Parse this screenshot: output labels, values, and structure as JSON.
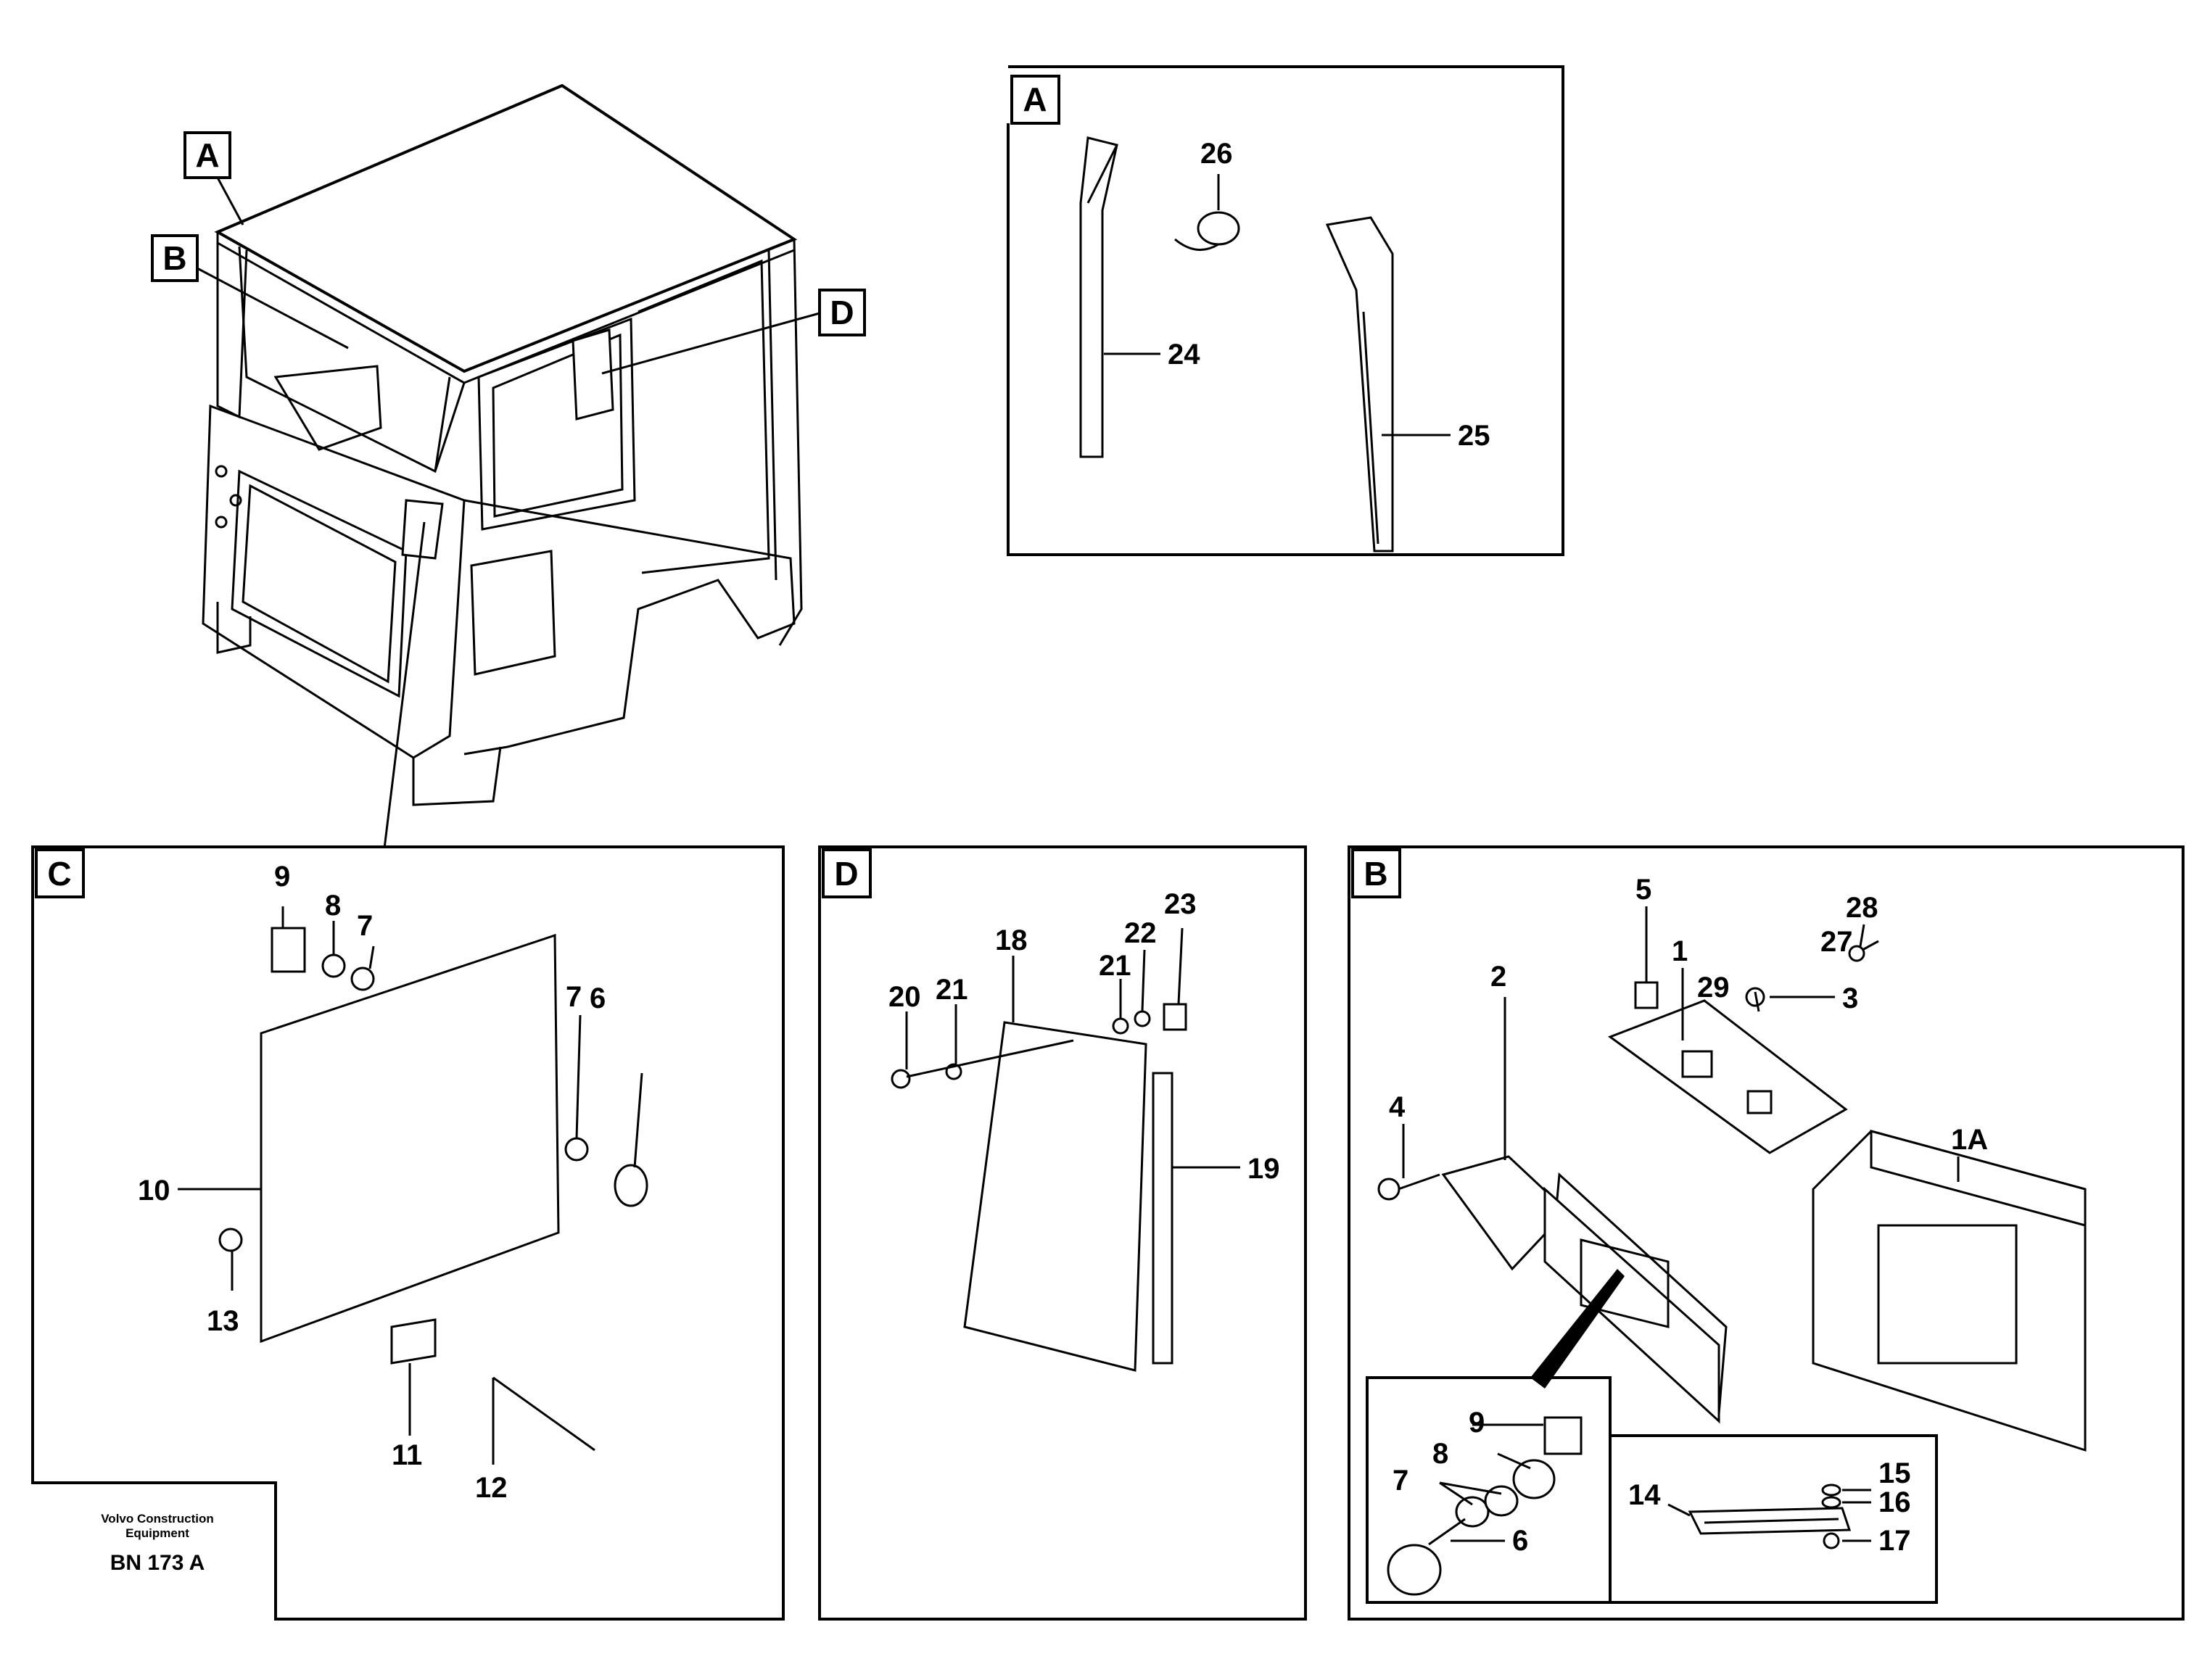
{
  "detail_boxes": {
    "A": "A",
    "B": "B",
    "C": "C",
    "D": "D"
  },
  "callouts": {
    "A": "A",
    "B": "B",
    "D": "D"
  },
  "panel_a": {
    "labels": [
      "24",
      "25",
      "26"
    ]
  },
  "panel_c": {
    "labels": [
      "6",
      "7",
      "7",
      "8",
      "9",
      "10",
      "11",
      "12",
      "13"
    ]
  },
  "panel_d": {
    "labels": [
      "18",
      "19",
      "20",
      "21",
      "21",
      "22",
      "23"
    ]
  },
  "panel_b": {
    "labels": [
      "1",
      "1A",
      "2",
      "3",
      "4",
      "5",
      "27",
      "28",
      "29"
    ],
    "inset_left_labels": [
      "6",
      "7",
      "8",
      "9"
    ],
    "inset_right_labels": [
      "14",
      "15",
      "16",
      "17"
    ]
  },
  "footer": {
    "line1": "Volvo Construction",
    "line2": "Equipment",
    "code": "BN 173 A"
  }
}
